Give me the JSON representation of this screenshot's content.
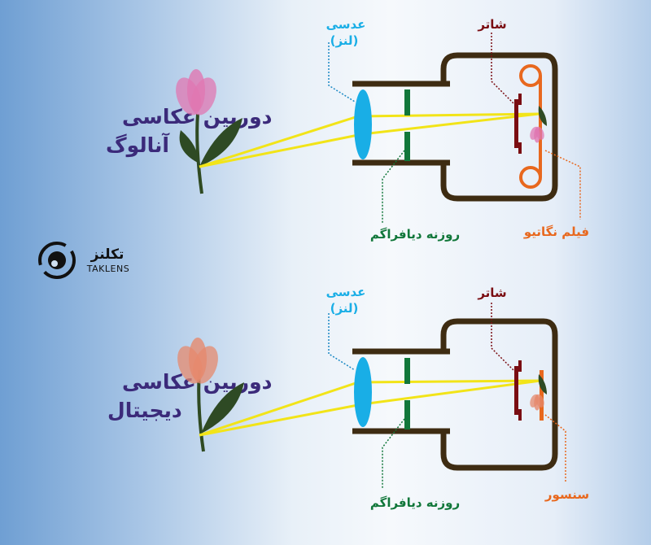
{
  "analog": {
    "title_line1": "دوربین عکاسی",
    "title_line2": "آنالوگ",
    "lens_label_line1": "عدسی",
    "lens_label_line2": "(لنز)",
    "shutter_label": "شاتر",
    "diaphragm_label": "روزنه دیافراگم",
    "film_label": "فیلم نگاتیو"
  },
  "digital": {
    "title_line1": "دوربین عکاسی",
    "title_line2": "دیجیتال",
    "lens_label_line1": "عدسی",
    "lens_label_line2": "(لنز)",
    "shutter_label": "شاتر",
    "diaphragm_label": "روزنه دیافراگم",
    "sensor_label": "سنسور"
  },
  "logo": {
    "text_fa": "تکلنز",
    "text_en": "TAKLENS"
  },
  "colors": {
    "body": "#3e2c12",
    "lens": "#19aee6",
    "diaphragm": "#11773a",
    "shutter": "#7a0d12",
    "film": "#e8681e",
    "ray": "#f2e418",
    "title": "#3b2a7a"
  }
}
